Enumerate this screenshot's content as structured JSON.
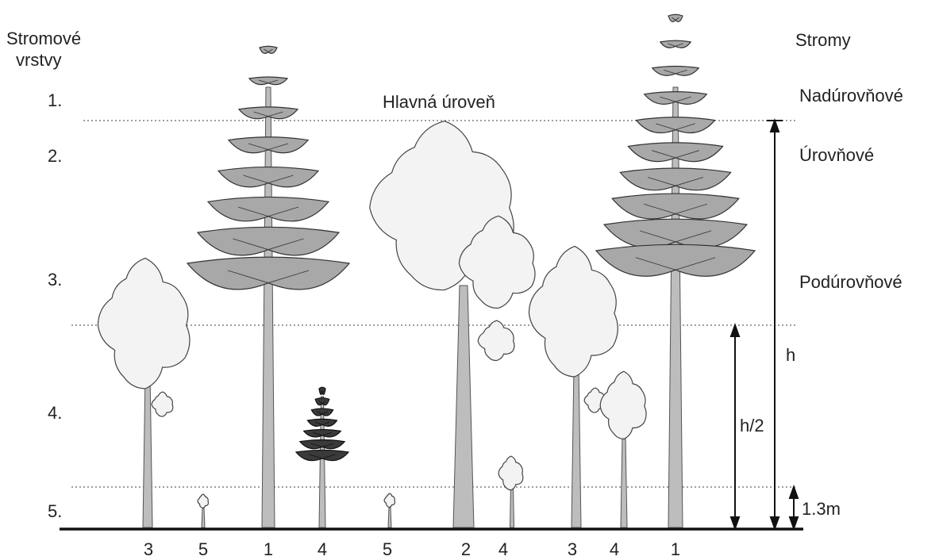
{
  "left_header": {
    "line1": "Stromové",
    "line2": "vrstvy"
  },
  "right_header": "Stromy",
  "main_level_label": "Hlavná úroveň",
  "layers": [
    "1.",
    "2.",
    "3.",
    "4.",
    "5."
  ],
  "tree_classes": [
    "Nadúrovňové",
    "Úrovňové",
    "Podúrovňové"
  ],
  "height_labels": {
    "h": "h",
    "half": "h/2",
    "breast": "1.3m"
  },
  "tree_numbers": [
    "3",
    "5",
    "1",
    "4",
    "5",
    "2",
    "4",
    "3",
    "4",
    "1"
  ],
  "colors": {
    "ink": "#222222",
    "conifer_fill": "#a8a8a8",
    "conifer_dark": "#3a3a3a",
    "broadleaf_fill": "#f3f3f3",
    "trunk": "#bdbdbd"
  }
}
